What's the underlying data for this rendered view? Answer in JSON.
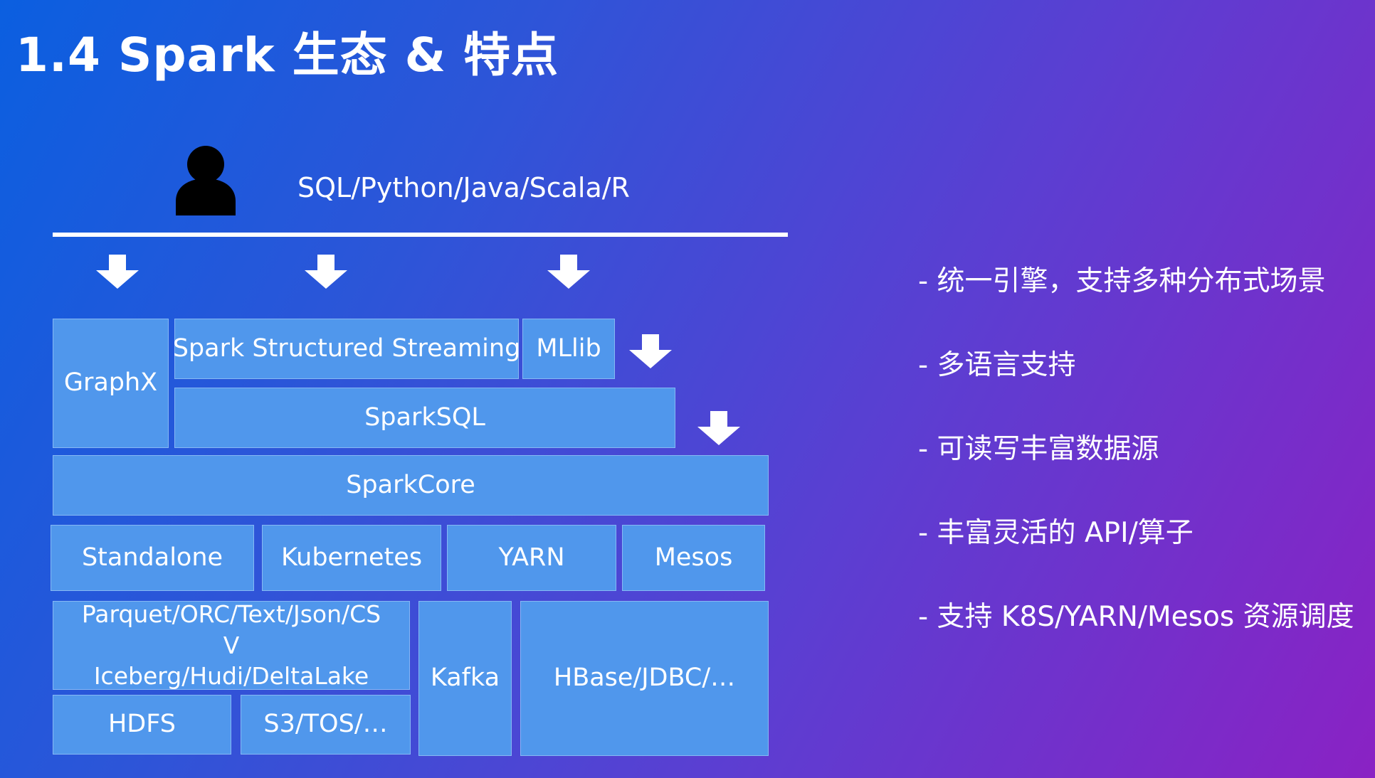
{
  "title": "1.4  Spark 生态 & 特点",
  "languages": "SQL/Python/Java/Scala/R",
  "stack": {
    "graphx": "GraphX",
    "structured_streaming": "Spark Structured Streaming",
    "mllib": "MLlib",
    "spark_sql": "SparkSQL",
    "spark_core": "SparkCore",
    "schedulers": [
      "Standalone",
      "Kubernetes",
      "YARN",
      "Mesos"
    ],
    "formats": [
      "Parquet/ORC/Text/Json/CS",
      "V",
      "Iceberg/Hudi/DeltaLake"
    ],
    "hdfs": "HDFS",
    "s3": "S3/TOS/…",
    "kafka": "Kafka",
    "hbase": "HBase/JDBC/…"
  },
  "features": [
    "- 统一引擎，支持多种分布式场景",
    "- 多语言支持",
    "- 可读写丰富数据源",
    "- 丰富灵活的 API/算子",
    "- 支持 K8S/YARN/Mesos 资源调度"
  ],
  "colors": {
    "box": "#5097ec",
    "arrow": "#ffffff"
  },
  "icons": {
    "user": "user-icon",
    "arrow": "arrow-down-icon"
  }
}
